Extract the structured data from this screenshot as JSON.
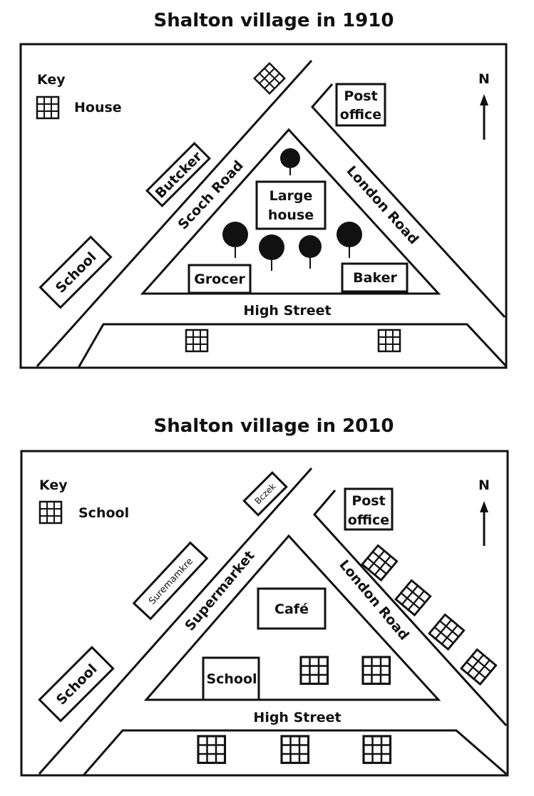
{
  "maps": [
    {
      "title": "Shalton village in 1910",
      "key_label": "Key",
      "key_item": "House",
      "north": "N",
      "roads": {
        "left": "Scoch Road",
        "right": "London Road",
        "bottom": "High Street"
      },
      "buildings": {
        "post": [
          "Post",
          "office"
        ],
        "butcher": "Butcker",
        "school": "School",
        "large_house": [
          "Large",
          "house"
        ],
        "grocer": "Grocer",
        "baker": "Baker"
      }
    },
    {
      "title": "Shalton village in 2010",
      "key_label": "Key",
      "key_item": "School",
      "north": "N",
      "roads": {
        "left": "Supermarket",
        "right": "London Road",
        "bottom": "High Street"
      },
      "buildings": {
        "post": [
          "Post",
          "office"
        ],
        "small": "Bczek",
        "supermarket": "Suremamkre",
        "school_out": "School",
        "cafe": "Café",
        "school_in": "School"
      }
    }
  ],
  "colors": {
    "ink": "#111111",
    "background": "#ffffff"
  }
}
